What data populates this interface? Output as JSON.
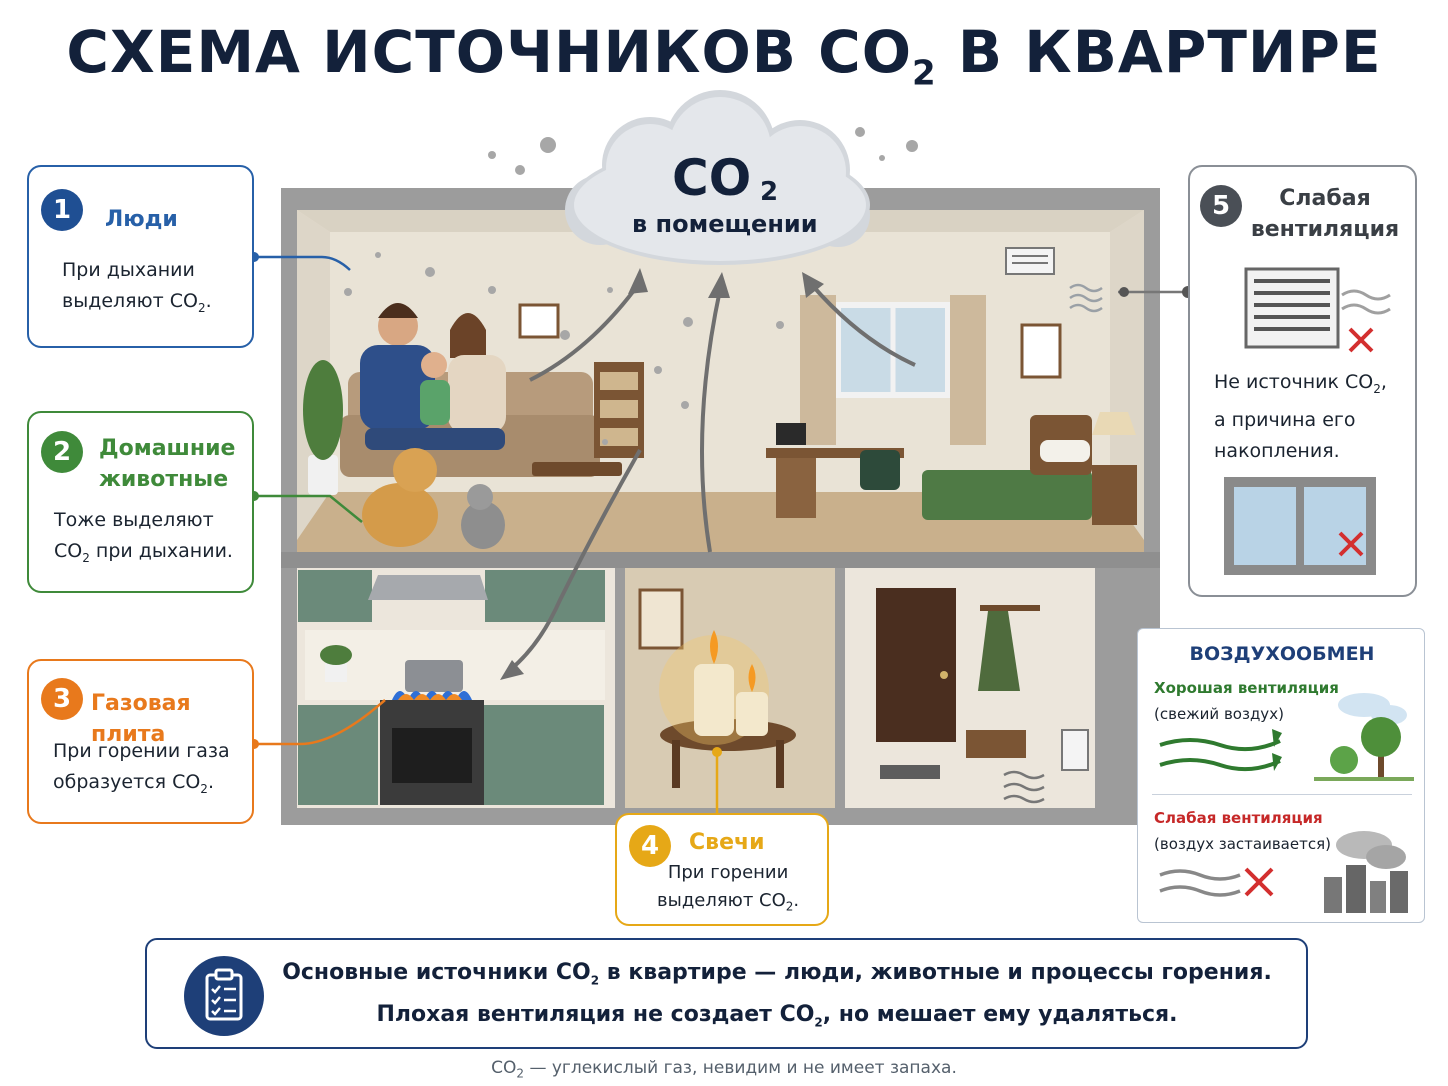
{
  "title": "СХЕМА ИСТОЧНИКОВ CO",
  "title_sub": "2",
  "title_suffix": " В КВАРТИРЕ",
  "cloud": {
    "label": "CO",
    "label_sub": "2",
    "caption": "в помещении"
  },
  "sources": [
    {
      "number": "1",
      "title": "Люди",
      "text_line1": "При дыхании",
      "text_line2": "выделяют CO",
      "sub": "2",
      "tail": ".",
      "color": "#2760a8"
    },
    {
      "number": "2",
      "title_line1": "Домашние",
      "title_line2": "животные",
      "text_line1": "Тоже выделяют",
      "text_line2_pre": "CO",
      "sub": "2",
      "text_line2_post": " при дыхании.",
      "color": "#3f8a3a"
    },
    {
      "number": "3",
      "title": "Газовая плита",
      "text_line1": "При горении газа",
      "text_line2": "образуется CO",
      "sub": "2",
      "tail": ".",
      "color": "#e8791c"
    },
    {
      "number": "4",
      "title": "Свечи",
      "text_line1": "При горении",
      "text_line2": "выделяют CO",
      "sub": "2",
      "tail": ".",
      "color": "#e6a817"
    },
    {
      "number": "5",
      "title_line1": "Слабая",
      "title_line2": "вентиляция",
      "text_line1": "Не источник CO",
      "sub": "2",
      "text_line1_tail": ",",
      "text_line2": "а причина его",
      "text_line3": "накопления.",
      "color": "#4a4f56"
    }
  ],
  "airflow": {
    "title": "ВОЗДУХООБМЕН",
    "good_label": "Хорошая вентиляция",
    "good_note": "(свежий воздух)",
    "bad_label": "Слабая вентиляция",
    "bad_note": "(воздух застаивается)",
    "good_color": "#2f7a2f",
    "bad_color": "#c62828"
  },
  "summary": {
    "line1_pre": "Основные источники CO",
    "line1_sub": "2",
    "line1_post": " в квартире — люди, животные и процессы горения.",
    "line2_pre": "Плохая вентиляция не создает CO",
    "line2_sub": "2",
    "line2_post": ", но мешает ему удаляться."
  },
  "footnote": {
    "pre": "CO",
    "sub": "2",
    "post": " — углекислый газ, невидим и не имеет запаха."
  }
}
